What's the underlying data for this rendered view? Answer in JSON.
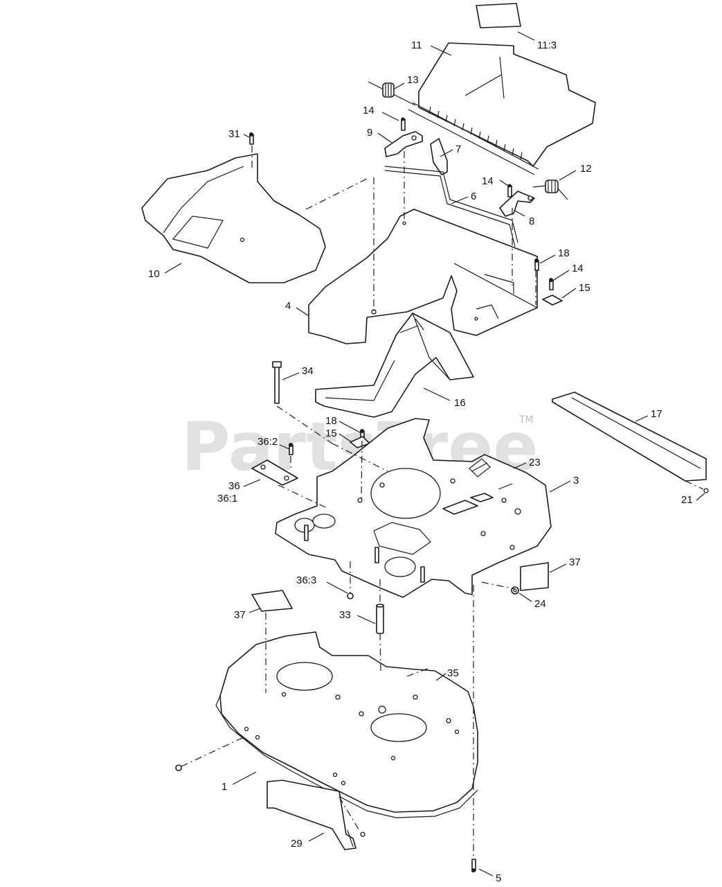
{
  "watermark": {
    "text": "PartsTree",
    "trademark": "TM"
  },
  "callouts": {
    "c11_3": "11:3",
    "c11": "11",
    "c13": "13",
    "c14a": "14",
    "c9": "9",
    "c7": "7",
    "c31": "31",
    "c12": "12",
    "c14b": "14",
    "c6": "6",
    "c8": "8",
    "c18a": "18",
    "c14c": "14",
    "c15a": "15",
    "c10": "10",
    "c4": "4",
    "c34": "34",
    "c16": "16",
    "c17": "17",
    "c18b": "18",
    "c15b": "15",
    "c36_2": "36:2",
    "c23": "23",
    "c3": "3",
    "c36": "36",
    "c36_1": "36:1",
    "c21": "21",
    "c37a": "37",
    "c36_3": "36:3",
    "c24": "24",
    "c33": "33",
    "c37b": "37",
    "c35": "35",
    "c1": "1",
    "c29": "29",
    "c5": "5"
  },
  "colors": {
    "line": "#1a1a1a",
    "background": "#ffffff",
    "watermark": "#c8c8c8"
  }
}
